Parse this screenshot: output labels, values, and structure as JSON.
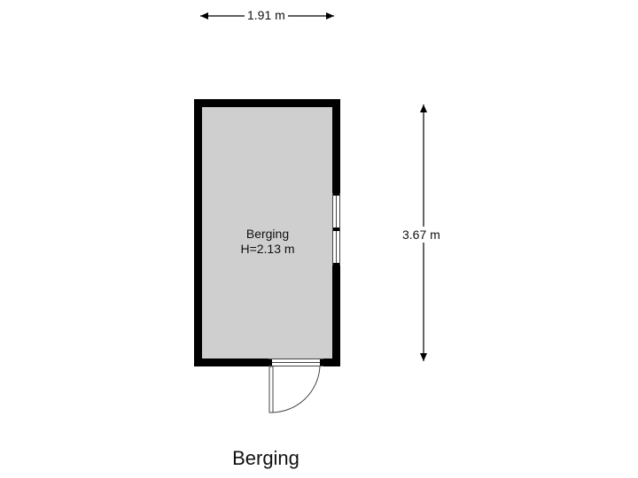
{
  "floorplan": {
    "title": "Berging",
    "room": {
      "name": "Berging",
      "height_text": "H=2.13 m",
      "fill_color": "#cfcfcf",
      "wall_color": "#000000"
    },
    "dimensions": {
      "width_text": "1.91 m",
      "length_text": "3.67 m"
    }
  }
}
